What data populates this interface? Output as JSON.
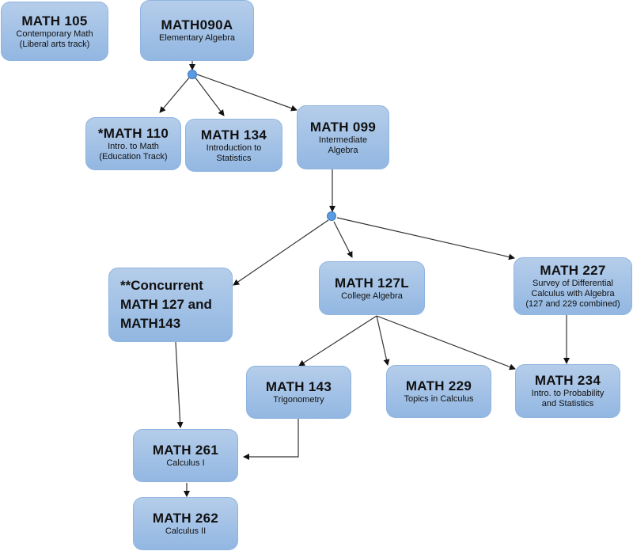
{
  "title": "Math course prerequisite flowchart",
  "colors": {
    "box_top": "#b5cdea",
    "box_bottom": "#92b7e2",
    "junction": "#5b9be0",
    "line": "#222222"
  },
  "nodes": {
    "math105": {
      "code": "MATH 105",
      "desc": [
        "Contemporary Math",
        "(Liberal arts track)"
      ]
    },
    "math090a": {
      "code": "MATH090A",
      "desc": [
        "Elementary Algebra"
      ]
    },
    "math110": {
      "code": "*MATH 110",
      "desc": [
        "Intro. to Math",
        "(Education Track)"
      ]
    },
    "math134": {
      "code": "MATH 134",
      "desc": [
        "Introduction to",
        "Statistics"
      ]
    },
    "math099": {
      "code": "MATH 099",
      "desc": [
        "Intermediate",
        "Algebra"
      ]
    },
    "concurrent": {
      "lines": [
        "**Concurrent",
        "MATH 127 and",
        "MATH143"
      ]
    },
    "math127l": {
      "code": "MATH 127L",
      "desc": [
        "College Algebra"
      ]
    },
    "math227": {
      "code": "MATH 227",
      "desc": [
        "Survey of Differential",
        "Calculus with Algebra",
        "(127 and 229 combined)"
      ]
    },
    "math143": {
      "code": "MATH 143",
      "desc": [
        "Trigonometry"
      ]
    },
    "math229": {
      "code": "MATH 229",
      "desc": [
        "Topics in Calculus"
      ]
    },
    "math234": {
      "code": "MATH 234",
      "desc": [
        "Intro. to Probability",
        "and Statistics"
      ]
    },
    "math261": {
      "code": "MATH 261",
      "desc": [
        "Calculus I"
      ]
    },
    "math262": {
      "code": "MATH 262",
      "desc": [
        "Calculus II"
      ]
    }
  },
  "edges": [
    [
      "math090a",
      "junction1"
    ],
    [
      "junction1",
      "math110"
    ],
    [
      "junction1",
      "math134"
    ],
    [
      "junction1",
      "math099"
    ],
    [
      "math099",
      "junction2"
    ],
    [
      "junction2",
      "concurrent"
    ],
    [
      "junction2",
      "math127l"
    ],
    [
      "junction2",
      "math227"
    ],
    [
      "math127l",
      "math143"
    ],
    [
      "math127l",
      "math229"
    ],
    [
      "math127l",
      "math234"
    ],
    [
      "math227",
      "math234"
    ],
    [
      "concurrent",
      "math261"
    ],
    [
      "math143",
      "math261"
    ],
    [
      "math261",
      "math262"
    ]
  ]
}
